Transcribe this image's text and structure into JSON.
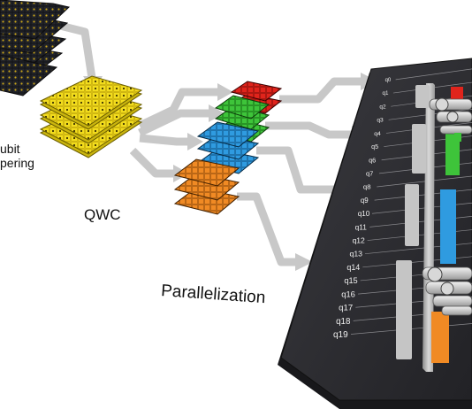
{
  "labels": {
    "qwc": "QWC",
    "parallelization": "Parallelization",
    "left_caption_line1": "ubit",
    "left_caption_line2": "pering"
  },
  "qubits": [
    "q0",
    "q1",
    "q2",
    "q3",
    "q4",
    "q5",
    "q6",
    "q7",
    "q8",
    "q9",
    "q10",
    "q11",
    "q12",
    "q13",
    "q14",
    "q15",
    "q16",
    "q17",
    "q18",
    "q19"
  ],
  "colors": {
    "stack_yellow": "#f2dc1e",
    "group_red": "#e0241c",
    "group_green": "#3ec43a",
    "group_blue": "#2f9be0",
    "group_orange": "#f08a24",
    "board": "#2f2f33",
    "arrow": "#c8c8c8"
  }
}
